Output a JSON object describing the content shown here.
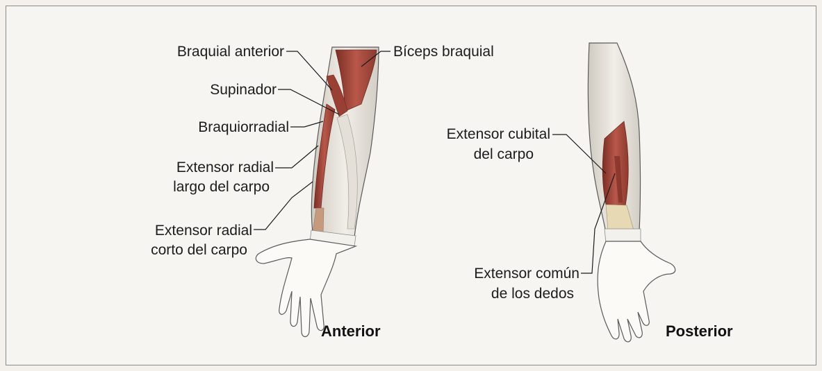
{
  "views": {
    "anterior": {
      "title": "Anterior",
      "labels": {
        "braquial_anterior": "Braquial anterior",
        "biceps_braquial": "Bíceps braquial",
        "supinador": "Supinador",
        "braquiorradial": "Braquiorradial",
        "ext_radial_largo_1": "Extensor radial",
        "ext_radial_largo_2": "largo del carpo",
        "ext_radial_corto_1": "Extensor radial",
        "ext_radial_corto_2": "corto del carpo"
      }
    },
    "posterior": {
      "title": "Posterior",
      "labels": {
        "ext_cubital_1": "Extensor cubital",
        "ext_cubital_2": "del carpo",
        "ext_comun_1": "Extensor común",
        "ext_comun_2": "de los dedos"
      }
    }
  },
  "colors": {
    "muscle": "#a8483a",
    "muscle_dark": "#7d2e24",
    "tendon": "#e9e6df",
    "outline": "#5a5a5a",
    "frame": "#8a8a8a"
  }
}
